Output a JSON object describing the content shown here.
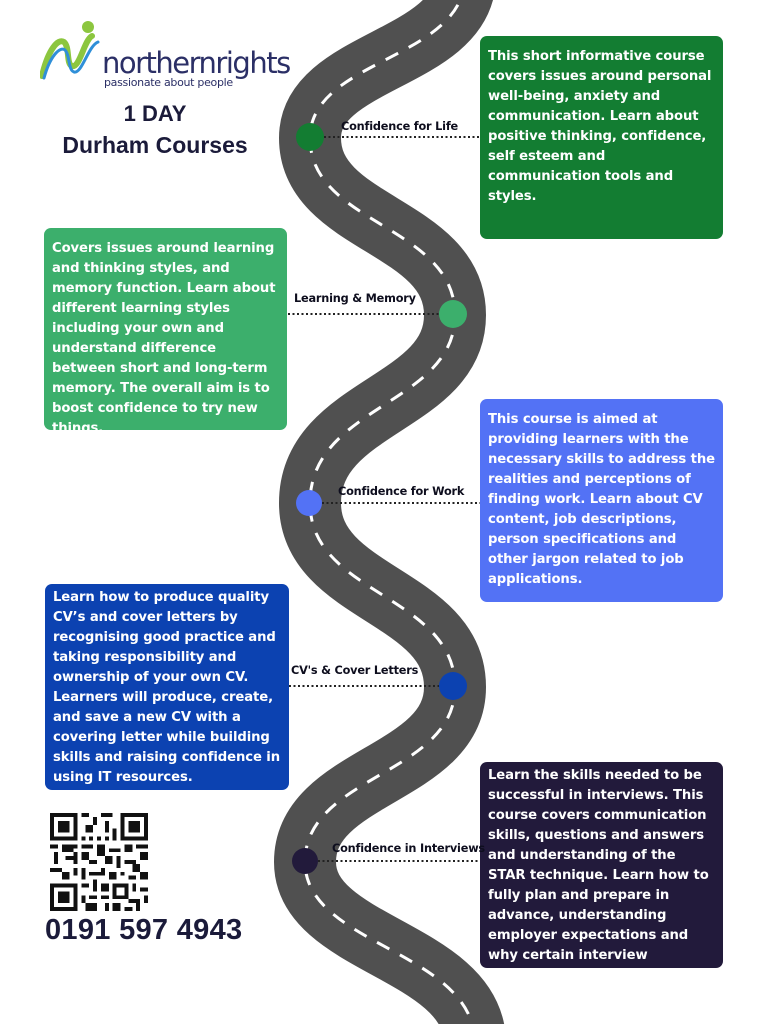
{
  "brand": {
    "name": "northernrights",
    "tagline": "passionate about people",
    "colors": {
      "navy": "#2b2f66",
      "green": "#8cc63f",
      "blue": "#2f8fd8"
    }
  },
  "header": {
    "line1": "1 DAY",
    "line2": "Durham Courses"
  },
  "courses": [
    {
      "label": "Confidence for Life",
      "color": "#137d32",
      "description": "This short informative course covers issues around personal well-being, anxiety and communication. Learn about positive thinking, confidence, self esteem and communication tools and styles."
    },
    {
      "label": "Learning & Memory",
      "color": "#3caf6c",
      "description": "Covers issues around learning and thinking styles, and memory function. Learn about different learning styles including your own and understand difference between short and long-term memory. The overall aim is to boost confidence to try new things."
    },
    {
      "label": "Confidence for Work",
      "color": "#5372f5",
      "description": "This course is aimed at providing learners with the necessary skills to address the realities and perceptions of finding work. Learn about CV content, job descriptions, person specifications and other jargon related to job applications."
    },
    {
      "label": "CV's & Cover Letters",
      "color": "#0c42b1",
      "description": " Learn how to produce quality CV’s and cover letters by recognising good practice and taking responsibility and ownership of your own CV. Learners will produce, create, and save a new CV with a covering letter while building skills and raising confidence in using IT resources."
    },
    {
      "label": "Confidence in Interviews",
      "color": "#221a3b",
      "description": "Learn the skills needed to be successful in interviews. This course covers communication skills, questions and answers and understanding of the STAR technique. Learn how to fully plan and prepare in advance, understanding employer expectations and why certain interview questions are asked."
    }
  ],
  "contact": {
    "phone": "0191 597 4943",
    "qr_icon": "qr-code-icon"
  },
  "road": {
    "color": "#505050",
    "dash_color": "#ffffff"
  }
}
